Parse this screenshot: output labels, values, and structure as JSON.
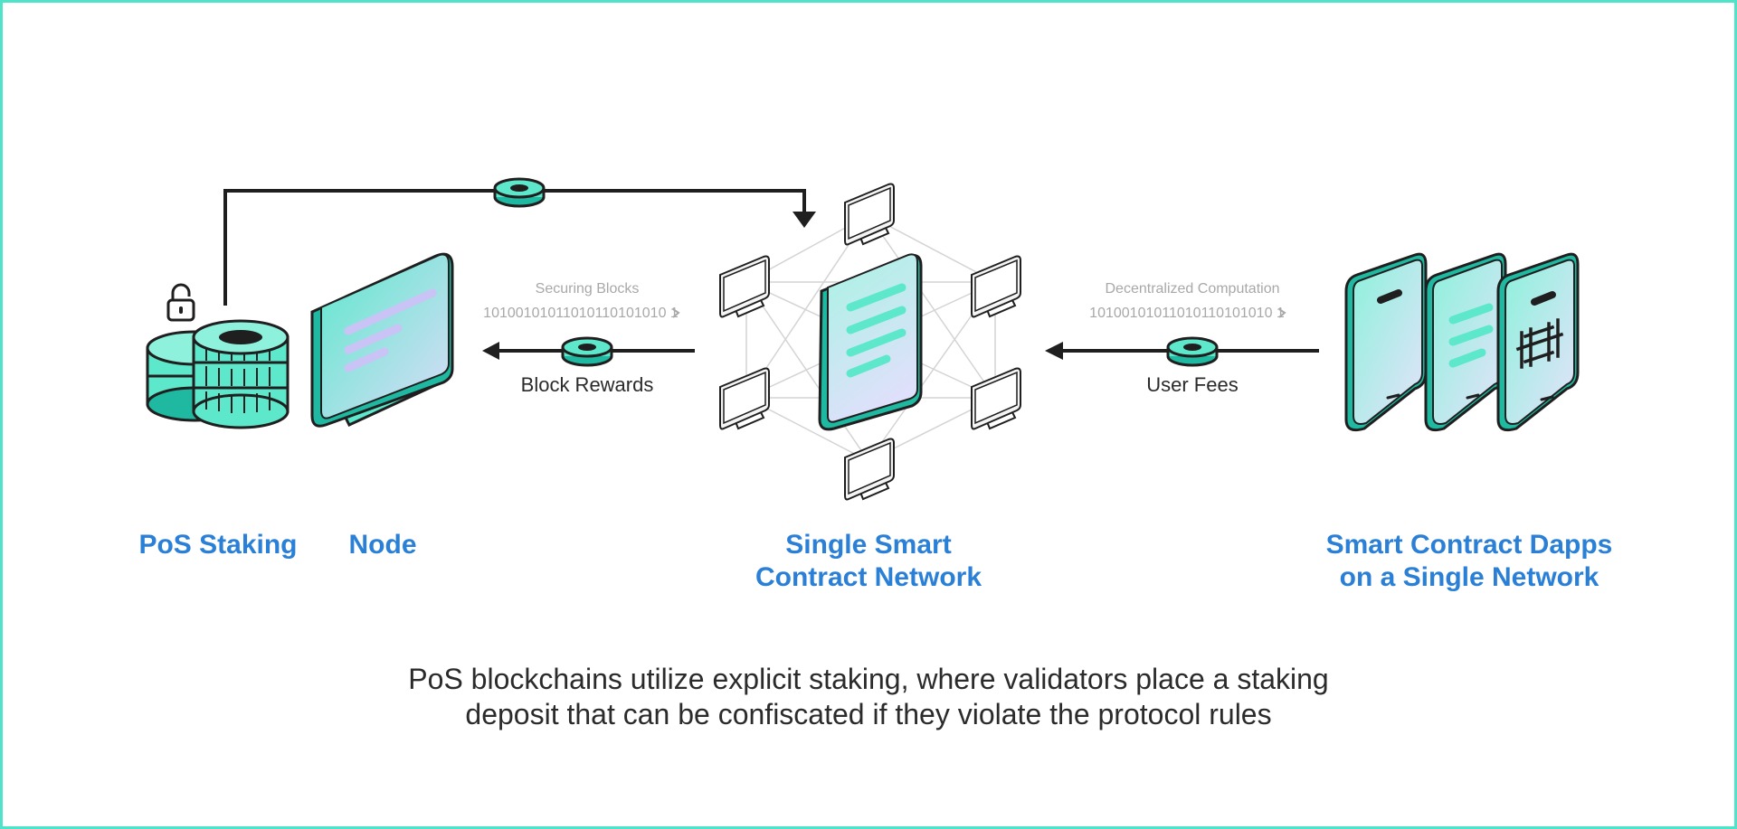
{
  "colors": {
    "accent": "#5de8cc",
    "accent_dark": "#1fb8a0",
    "screen": "#e6e6fb",
    "label_blue": "#2a7fd6",
    "text_dark": "#2b2b2b",
    "text_grey": "#a8a8a8",
    "frame_border": "#4fe3c9"
  },
  "labels": {
    "pos_staking": "PoS Staking",
    "node": "Node",
    "network_line1": "Single Smart",
    "network_line2": "Contract Network",
    "dapps_line1": "Smart Contract Dapps",
    "dapps_line2": "on a Single Network"
  },
  "flows": {
    "left": {
      "top_text": "Securing Blocks",
      "bits": "10100101011010110101010 1",
      "label": "Block Rewards"
    },
    "right": {
      "top_text": "Decentralized Computation",
      "bits": "10100101011010110101010 1",
      "label": "User Fees"
    }
  },
  "caption": {
    "line1": "PoS blockchains utilize explicit staking, where validators place a staking",
    "line2": "deposit that can be confiscated if they violate the protocol rules"
  },
  "icons": [
    "lock-icon",
    "coin-stack-icon",
    "node-monitor-icon",
    "network-hub-icon",
    "token-icon",
    "dapp-phone-icon"
  ]
}
